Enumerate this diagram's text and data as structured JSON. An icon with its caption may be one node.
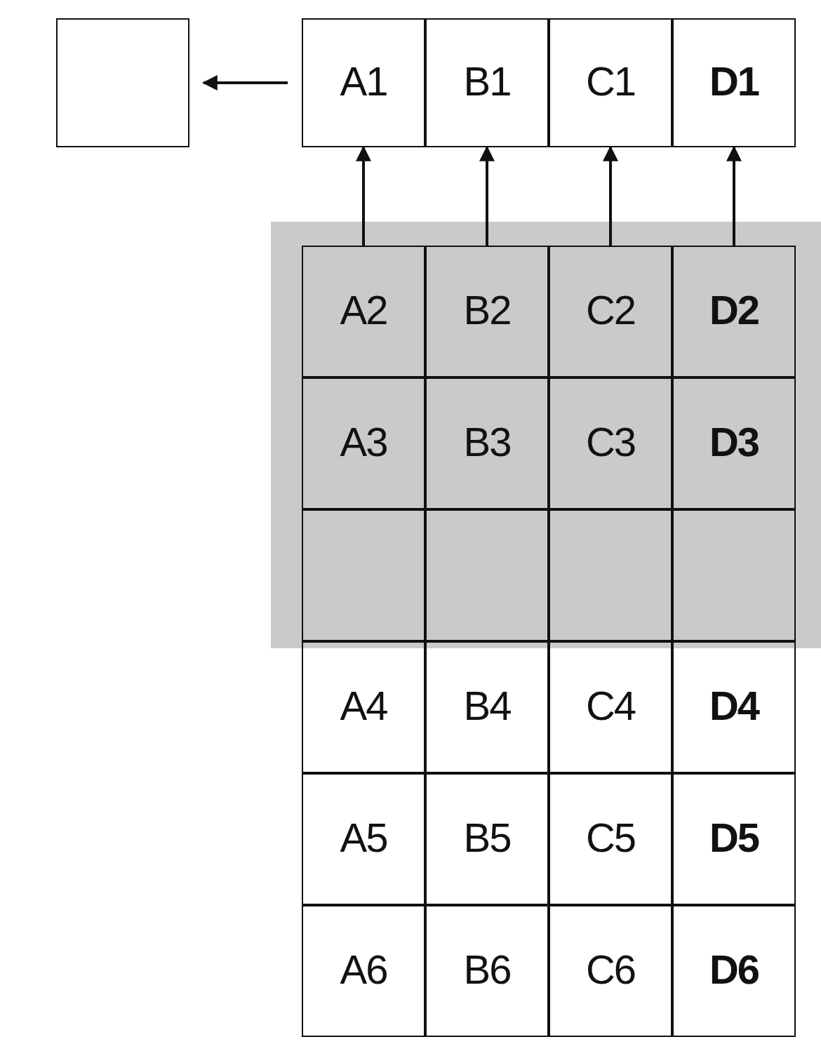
{
  "diagram": {
    "nodes": [
      {
        "text": [],
        "shape": "box"
      },
      {
        "text": [
          "A1"
        ]
      },
      {
        "text": [
          "B1"
        ]
      },
      {
        "text": [
          "C1"
        ]
      },
      {
        "text": [
          "D1"
        ]
      },
      {
        "text": [],
        "shape": "box"
      },
      {
        "text": [
          "A2"
        ],
        "in": 5
      },
      {
        "text": [
          "B2"
        ],
        "in": 5
      },
      {
        "text": [
          "C2"
        ],
        "in": 5
      },
      {
        "text": [
          "D2"
        ],
        "in": 5
      },
      {
        "text": [
          "A3"
        ],
        "in": 5
      },
      {
        "text": [
          "B3"
        ],
        "in": 5
      },
      {
        "text": [
          "C3"
        ],
        "in": 5
      },
      {
        "text": [
          "D3"
        ],
        "in": 5
      },
      {
        "text": [],
        "shape": "box",
        "in": 5
      },
      {
        "text": [],
        "shape": "box",
        "in": 5
      },
      {
        "text": [],
        "shape": "box",
        "in": 5
      },
      {
        "text": [],
        "shape": "box",
        "in": 5
      },
      {
        "text": [
          "A4"
        ]
      },
      {
        "text": [
          "B4"
        ]
      },
      {
        "text": [
          "C4"
        ]
      },
      {
        "text": [
          "D4"
        ]
      },
      {
        "text": [
          "A5"
        ]
      },
      {
        "text": [
          "B5"
        ]
      },
      {
        "text": [
          "C5"
        ]
      },
      {
        "text": [
          "D5"
        ]
      },
      {
        "text": [
          "A6"
        ]
      },
      {
        "text": [
          "B6"
        ]
      },
      {
        "text": [
          "C6"
        ]
      },
      {
        "text": [
          "D6"
        ]
      }
    ],
    "edges": [
      {
        "from": 1,
        "to": 0,
        "arrow": "to"
      },
      {
        "from": 6,
        "to": 1,
        "arrow": "to"
      },
      {
        "from": 7,
        "to": 2,
        "arrow": "to"
      },
      {
        "from": 8,
        "to": 3,
        "arrow": "to"
      },
      {
        "from": 9,
        "to": 4,
        "arrow": "to"
      }
    ]
  }
}
